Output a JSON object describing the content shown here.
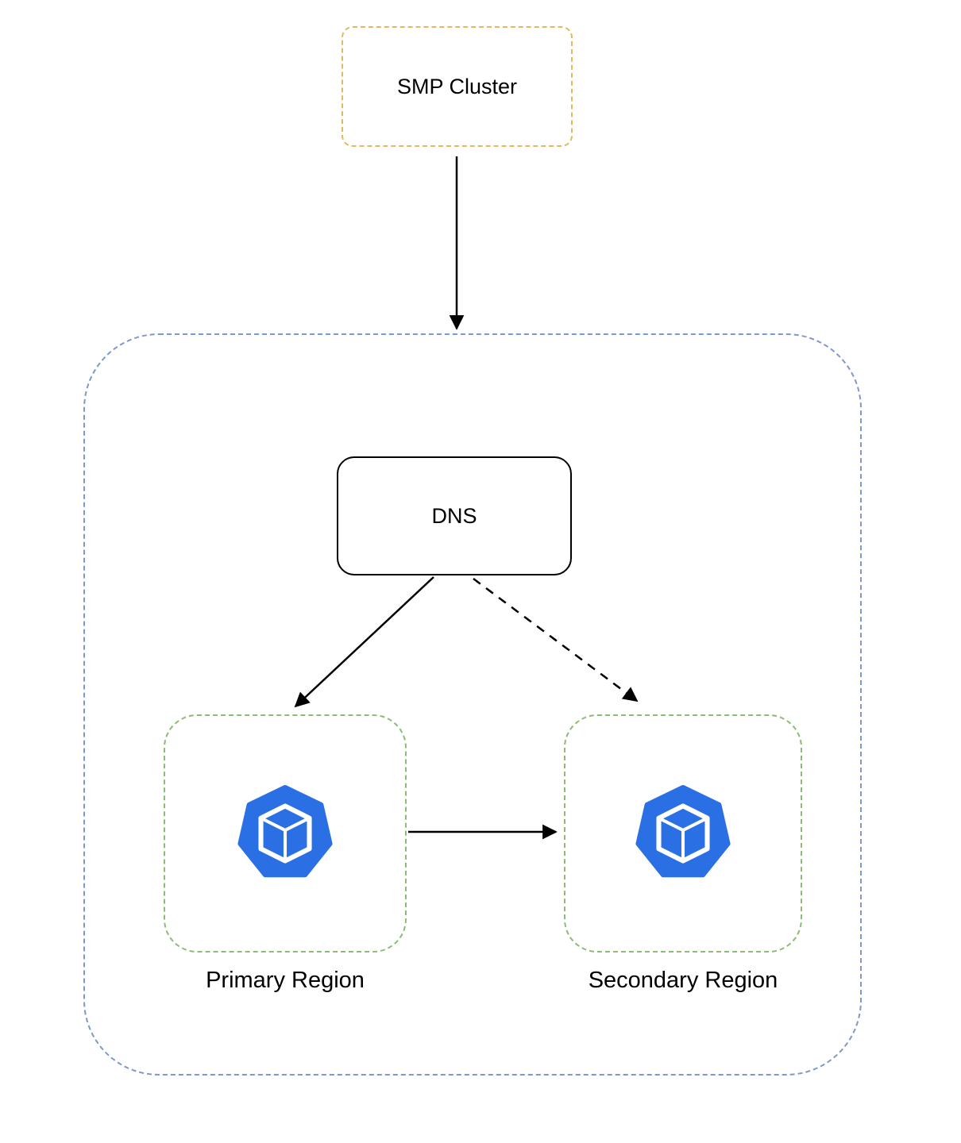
{
  "diagram": {
    "nodes": {
      "smp_cluster": {
        "label": "SMP Cluster"
      },
      "dns": {
        "label": "DNS"
      },
      "primary_region": {
        "label": "Primary Region"
      },
      "secondary_region": {
        "label": "Secondary Region"
      }
    },
    "icons": {
      "primary_region_icon": "blue-heptagon-cube-icon",
      "secondary_region_icon": "blue-heptagon-cube-icon"
    },
    "edges": [
      {
        "from": "smp_cluster",
        "to": "outer_region",
        "style": "solid-arrow"
      },
      {
        "from": "dns",
        "to": "primary_region",
        "style": "solid-arrow"
      },
      {
        "from": "dns",
        "to": "secondary_region",
        "style": "dashed-arrow"
      },
      {
        "from": "primary_region",
        "to": "secondary_region",
        "style": "solid-arrow"
      }
    ],
    "colors": {
      "smp_cluster_border": "#e3b95f",
      "outer_region_border": "#7d99c9",
      "region_border": "#8cbd75",
      "dns_border": "#000000",
      "icon_blue": "#2b6fe4",
      "arrow": "#000000",
      "background": "#ffffff"
    }
  }
}
